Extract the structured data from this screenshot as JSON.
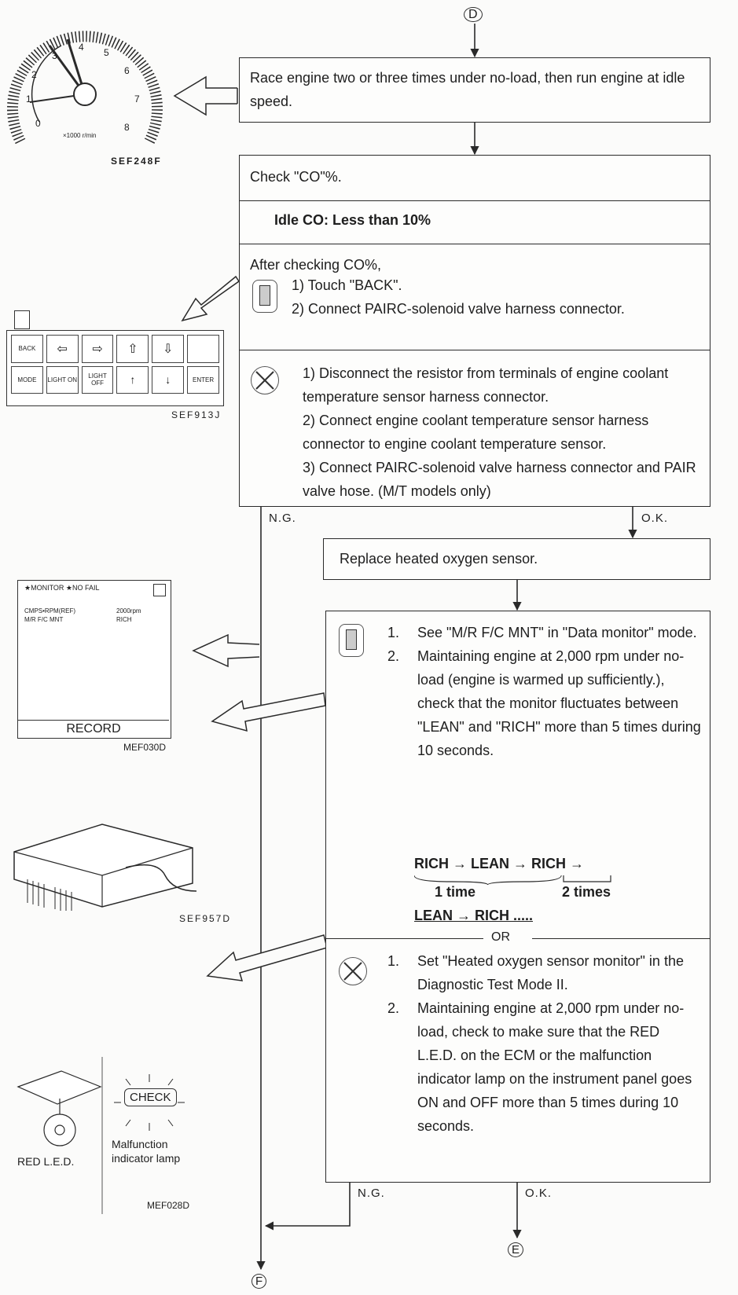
{
  "connectors": {
    "top": "D",
    "bottom_left": "F",
    "bottom_right": "E"
  },
  "box1": {
    "text": "Race engine two or three times under no-load, then run engine at idle speed."
  },
  "box2": {
    "title": "Check \"CO\"%.",
    "spec": "Idle CO: Less than 10%",
    "after_title": "After checking CO%,",
    "consult_steps": [
      "1) Touch \"BACK\".",
      "2) Connect PAIRC-solenoid valve harness connector."
    ],
    "noconsult_steps": [
      "1) Disconnect the resistor from terminals of engine coolant temperature sensor harness connector.",
      "2) Connect engine coolant temperature sensor harness connector to engine coolant temperature sensor.",
      "3) Connect PAIRC-solenoid valve harness connector and PAIR valve hose. (M/T models only)"
    ]
  },
  "branch1": {
    "ng": "N.G.",
    "ok": "O.K."
  },
  "box3": {
    "text": "Replace heated oxygen sensor."
  },
  "box4": {
    "consult_steps": [
      {
        "n": "1.",
        "t": "See \"M/R F/C MNT\" in \"Data monitor\" mode."
      },
      {
        "n": "2.",
        "t": "Maintaining engine at 2,000 rpm under no-load (engine is warmed up sufficiently.), check that the monitor fluctuates between \"LEAN\" and \"RICH\" more than 5 times during 10 seconds."
      }
    ],
    "seq1": "RICH → LEAN → RICH →",
    "time1": "1 time",
    "time2": "2 times",
    "seq2": "LEAN → RICH .....",
    "or": "OR",
    "noconsult_steps": [
      {
        "n": "1.",
        "t": "Set \"Heated oxygen sensor monitor\" in the Diagnostic Test Mode II."
      },
      {
        "n": "2.",
        "t": "Maintaining engine at 2,000 rpm under no-load, check to make sure that the RED L.E.D. on the ECM or the malfunction indicator lamp on the instrument panel goes ON and OFF more than 5 times during 10 seconds."
      }
    ]
  },
  "branch2": {
    "ng": "N.G.",
    "ok": "O.K."
  },
  "figures": {
    "tach": {
      "code": "SEF248F",
      "unit": "×1000 r/min",
      "numbers": [
        "0",
        "1",
        "2",
        "3",
        "4",
        "5",
        "6",
        "7",
        "8"
      ]
    },
    "keypad": {
      "code": "SEF913J",
      "keys_top": [
        "BACK",
        "⇦",
        "⇨",
        "⇧",
        "⇩",
        ""
      ],
      "keys_bottom": [
        "MODE",
        "LIGHT ON",
        "LIGHT OFF",
        "↑",
        "↓",
        "ENTER"
      ]
    },
    "monitor": {
      "code": "MEF030D",
      "header": "★MONITOR ★NO FAIL",
      "row1_label": "CMPS•RPM(REF)",
      "row1_value": "2000rpm",
      "row2_label": "M/R F/C MNT",
      "row2_value": "RICH",
      "record": "RECORD"
    },
    "ecm": {
      "code": "SEF957D"
    },
    "led": {
      "code": "MEF028D",
      "led_label": "RED L.E.D.",
      "check": "CHECK",
      "mil_label": "Malfunction indicator lamp"
    }
  },
  "colors": {
    "line": "#2a2a2a",
    "paper": "#fbfbfa"
  }
}
